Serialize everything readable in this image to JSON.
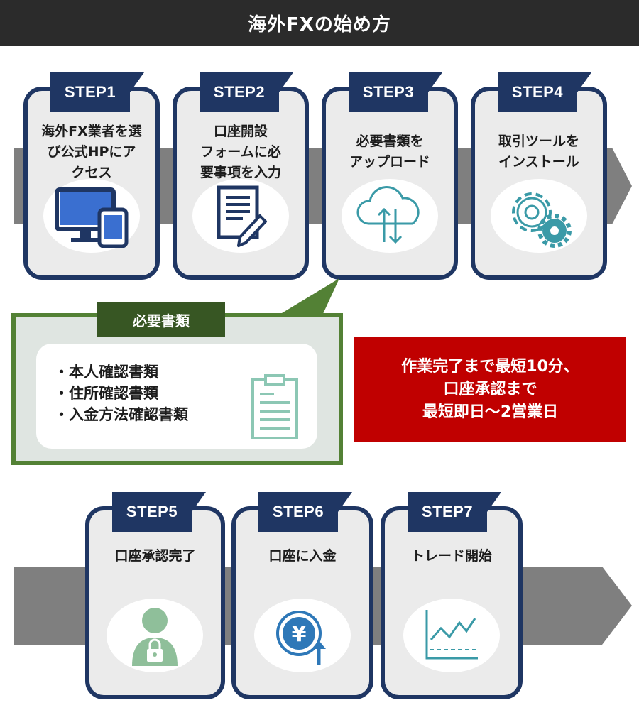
{
  "header": {
    "title": "海外FXの始め方"
  },
  "steps_row1": [
    {
      "tag": "STEP1",
      "text": "海外FX業者を選\nび公式HPにア\nクセス",
      "icon": "computer-tablet-icon"
    },
    {
      "tag": "STEP2",
      "text": "口座開設\nフォームに必\n要事項を入力",
      "icon": "form-pen-icon"
    },
    {
      "tag": "STEP3",
      "text": "必要書類を\nアップロード",
      "icon": "cloud-upload-icon"
    },
    {
      "tag": "STEP4",
      "text": "取引ツールを\nインストール",
      "icon": "gears-icon"
    }
  ],
  "documents": {
    "title": "必要書類",
    "items": [
      "本人確認書類",
      "住所確認書類",
      "入金方法確認書類"
    ],
    "icon": "clipboard-icon"
  },
  "notice": {
    "lines": [
      "作業完了まで最短10分、",
      "口座承認まで",
      "最短即日～2営業日"
    ]
  },
  "steps_row2": [
    {
      "tag": "STEP5",
      "text": "口座承認完了",
      "icon": "user-lock-icon"
    },
    {
      "tag": "STEP6",
      "text": "口座に入金",
      "icon": "yen-coin-icon"
    },
    {
      "tag": "STEP7",
      "text": "トレード開始",
      "icon": "line-chart-icon"
    }
  ],
  "colors": {
    "header_bg": "#2b2b2b",
    "step_navy": "#1f3663",
    "docs_green": "#538135",
    "notice_red": "#c00000",
    "arrow_gray": "#7f7f7f",
    "icon_teal": "#3a9aa7"
  }
}
